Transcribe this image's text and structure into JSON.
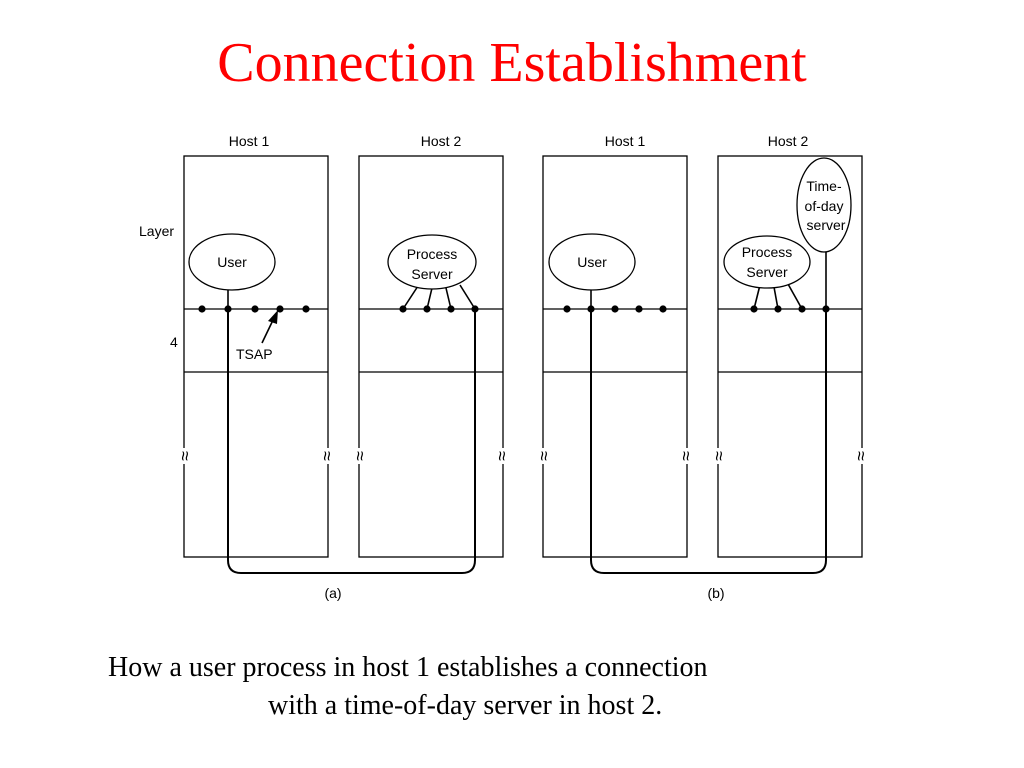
{
  "slide": {
    "title": "Connection Establishment",
    "caption_line1": "How a user process in host 1 establishes a connection",
    "caption_line2": "with a time-of-day server in host 2."
  },
  "diagram": {
    "panel_a": {
      "host1_label": "Host 1",
      "host2_label": "Host 2",
      "layer_label": "Layer",
      "layer_number": "4",
      "tsap_label": "TSAP",
      "user_label": "User",
      "process_server_line1": "Process",
      "process_server_line2": "Server",
      "panel_label": "(a)"
    },
    "panel_b": {
      "host1_label": "Host 1",
      "host2_label": "Host 2",
      "user_label": "User",
      "process_server_line1": "Process",
      "process_server_line2": "Server",
      "tod_line1": "Time-",
      "tod_line2": "of-day",
      "tod_line3": "server",
      "panel_label": "(b)"
    },
    "break_symbol": "≈"
  }
}
